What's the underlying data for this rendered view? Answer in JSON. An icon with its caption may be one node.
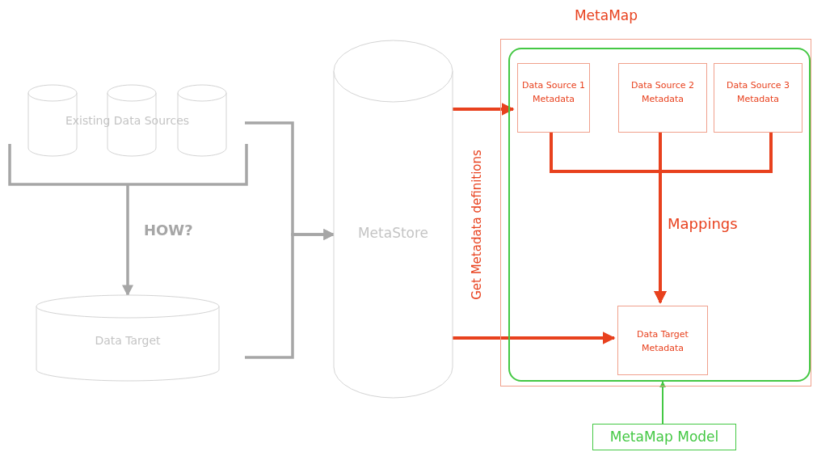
{
  "diagram": {
    "nodes": [
      {
        "text": [
          "Existing Data Sources"
        ]
      },
      {
        "text": [
          "Data Target"
        ]
      },
      {
        "text": [
          "MetaStore"
        ]
      },
      {
        "text": [
          "MetaMap"
        ]
      },
      {
        "text": [],
        "shape": "box",
        "in": 3
      },
      {
        "text": [
          "Data Source 1 Metadata"
        ],
        "in": 4
      },
      {
        "text": [
          "Data Source 2 Metadata"
        ],
        "in": 4
      },
      {
        "text": [
          "Data Source 3 Metadata"
        ],
        "in": 4
      },
      {
        "text": [
          "Data Target Metadata"
        ],
        "in": 4
      },
      {
        "text": [
          "MetaMap Model"
        ]
      }
    ],
    "edges": [
      {
        "from": 0,
        "to": 1,
        "arrow": "to",
        "label": "HOW?",
        "color": "#a6a6a6"
      },
      {
        "from": 0,
        "to": 2,
        "arrow": "to",
        "color": "#a6a6a6"
      },
      {
        "from": 1,
        "to": 2,
        "arrow": "to",
        "color": "#a6a6a6"
      },
      {
        "from": 2,
        "to": 5,
        "arrow": "to"
      },
      {
        "from": 2,
        "to": 8,
        "arrow": "to"
      },
      {
        "from": 5,
        "to": 8,
        "arrow": "to"
      },
      {
        "from": 6,
        "to": 8,
        "arrow": "to"
      },
      {
        "from": 7,
        "to": 8,
        "arrow": "to"
      },
      {
        "from": 9,
        "to": 4,
        "arrow": "to",
        "color": "#44c844"
      }
    ],
    "labels": [
      "Get Metadata definitions",
      "Mappings"
    ]
  }
}
